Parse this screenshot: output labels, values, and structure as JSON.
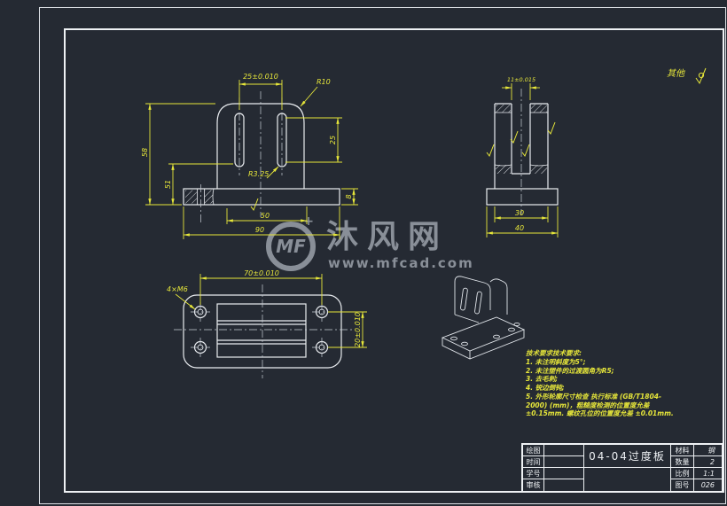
{
  "colors": {
    "background": "#252a33",
    "line_white": "#eaedf1",
    "dimension_yellow": "#e6e63a",
    "watermark_gray": "#8f959e"
  },
  "corner": {
    "label": "其他"
  },
  "watermark": {
    "logo": "MF",
    "brand": "沐风网",
    "url": "www.mfcad.com"
  },
  "views": {
    "front": {
      "dim_slot_spacing": "25±0.010",
      "dim_r10": "R10",
      "dim_slot_len": "25",
      "dim_h58": "58",
      "dim_h51": "51",
      "dim_r325": "R3.25",
      "dim_base_t": "8",
      "dim_w50": "50",
      "dim_w90": "90"
    },
    "side": {
      "dim_top": "11±0.015",
      "dim_w30": "30",
      "dim_w40": "40"
    },
    "top": {
      "dim_w70": "70±0.010",
      "dim_holes": "4×M6",
      "dim_h20": "20±0.010"
    }
  },
  "notes": {
    "title": "技术要求技术要求:",
    "items": [
      "1. 未注明斜度为5°;",
      "2. 未注塑件的过渡圆角为R5;",
      "3. 去毛刺;",
      "4. 锐边倒钝;",
      "5. 外形轮廓尺寸检查 执行标准 (GB/T1804-2000) (mm)，粗糙度检测的位置度允差±0.15mm.  螺纹孔位的位置度允差 ±0.01mm."
    ]
  },
  "titleblock": {
    "rows_left": [
      "绘图",
      "时间",
      "学号",
      "审核"
    ],
    "title": "04-04过度板",
    "rows_right": [
      {
        "label": "材料",
        "value": "钢"
      },
      {
        "label": "数量",
        "value": "2"
      },
      {
        "label": "比例",
        "value": "1:1"
      },
      {
        "label": "图号",
        "value": "026"
      }
    ]
  }
}
